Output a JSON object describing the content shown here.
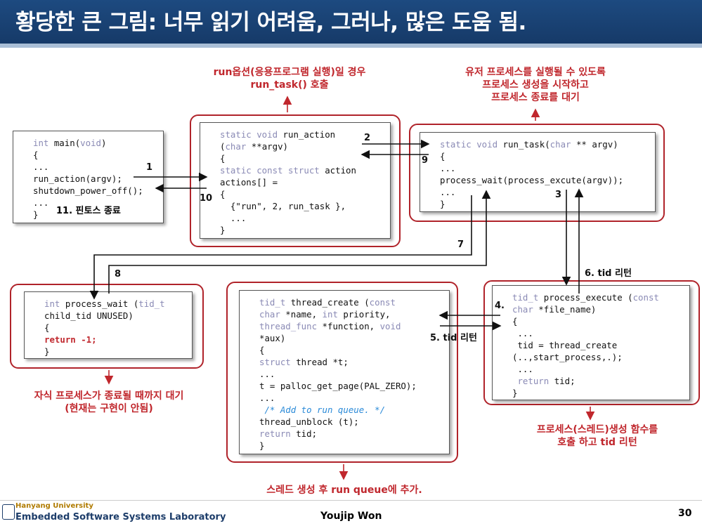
{
  "title": "황당한 큰 그림: 너무 읽기 어려움, 그러나, 많은 도움 됨.",
  "main_box": {
    "lines": [
      "int main(void)",
      "{",
      "...",
      "run_action(argv);",
      "shutdown_power_off();",
      "...",
      "}"
    ],
    "note": "11. 핀토스 종료"
  },
  "run_action_box": {
    "lines": [
      "static void run_action",
      "(char **argv)",
      "{",
      "static const struct action",
      "actions[] =",
      "{",
      "  {\"run\", 2, run_task },",
      "  ...",
      "}"
    ]
  },
  "run_task_box": {
    "lines": [
      "static void run_task(char ** argv)",
      "{",
      "...",
      "process_wait(process_excute(argv));",
      "...",
      "}"
    ]
  },
  "process_wait_box": {
    "lines": [
      "int process_wait (tid_t",
      "child_tid UNUSED)",
      "{",
      "return -1;",
      "}"
    ]
  },
  "thread_create_box": {
    "lines": [
      "tid_t thread_create (const",
      "char *name, int priority,",
      "thread_func *function, void",
      "*aux)",
      "{",
      "struct thread *t;",
      "...",
      "t = palloc_get_page(PAL_ZERO);",
      "...",
      " /* Add to run queue. */",
      "thread_unblock (t);",
      "return tid;",
      "}"
    ]
  },
  "process_execute_box": {
    "lines": [
      "tid_t process_execute (const",
      "char *file_name)",
      "{",
      " ...",
      " tid = thread_create",
      "(..,start_process,.);",
      " ...",
      " return tid;",
      "}"
    ]
  },
  "notes": {
    "run_action": "run옵션(응용프로그램 실행)일 경우\nrun_task() 호출",
    "run_task": "유저 프로세스를 실행될 수 있도록\n프로세스 생성을 시작하고\n프로세스 종료를 대기",
    "process_wait": "자식 프로세스가 종료될 때까지 대기\n(현재는 구현이 안됨)",
    "thread_create": "스레드 생성 후 run queue에 추가.",
    "process_execute": "프로세스(스레드)생성 함수를\n호출 하고 tid 리턴"
  },
  "steps": {
    "s1": "1",
    "s2": "2",
    "s3": "3",
    "s4": "4.",
    "s5": "5. tid 리턴",
    "s6": "6. tid 리턴",
    "s7": "7",
    "s8": "8",
    "s9": "9",
    "s10": "10"
  },
  "footer": {
    "university": "Hanyang University",
    "lab": "Embedded Software Systems Laboratory",
    "author": "Youjip Won",
    "page": "30"
  },
  "colors": {
    "title_bg": "#1d4a80",
    "frame": "#b0232a",
    "note": "#c0272d",
    "keyword": "#8a8ab5"
  }
}
